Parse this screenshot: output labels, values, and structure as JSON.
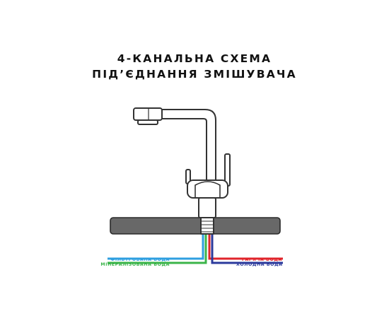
{
  "title": {
    "line1": "4-КАНАЛЬНА СХЕМА",
    "line2": "ПІД’ЄДНАННЯ ЗМІШУВАЧА"
  },
  "lines": {
    "filtered": {
      "label": "ФІЛЬТРОВАНА ВОДА",
      "color": "#2f9fe0"
    },
    "mineralized": {
      "label": "МІНЕРАЛІЗОВАНА ВОДА",
      "color": "#3bb44a"
    },
    "hot": {
      "label": "ГАРЯЧА ВОДА",
      "color": "#e0242b"
    },
    "cold": {
      "label": "ХОЛОДНА ВОДА",
      "color": "#2b3a9c"
    }
  },
  "colors": {
    "countertop": "#686868",
    "faucet_stroke": "#333333",
    "faucet_fill": "#ffffff"
  }
}
